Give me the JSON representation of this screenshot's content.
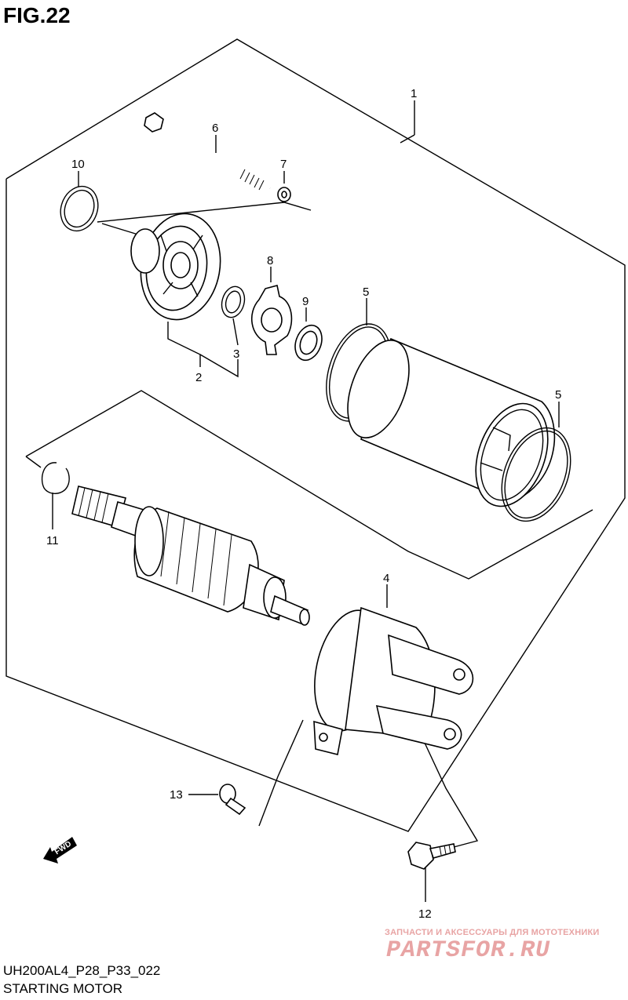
{
  "figure": {
    "title": "FIG.22",
    "code": "UH200AL4_P28_P33_022",
    "subtitle": "STARTING MOTOR"
  },
  "callouts": [
    "1",
    "2",
    "3",
    "4",
    "5",
    "5",
    "6",
    "7",
    "8",
    "9",
    "10",
    "11",
    "12",
    "13"
  ],
  "fwd_label": "FWD",
  "watermark": {
    "tagline": "ЗАПЧАСТИ И АКСЕССУАРЫ ДЛЯ МОТОТЕХНИКИ",
    "brand": "PARTSFOR.RU"
  },
  "colors": {
    "line": "#000000",
    "background": "#ffffff",
    "watermark": "#e8a4a4"
  }
}
